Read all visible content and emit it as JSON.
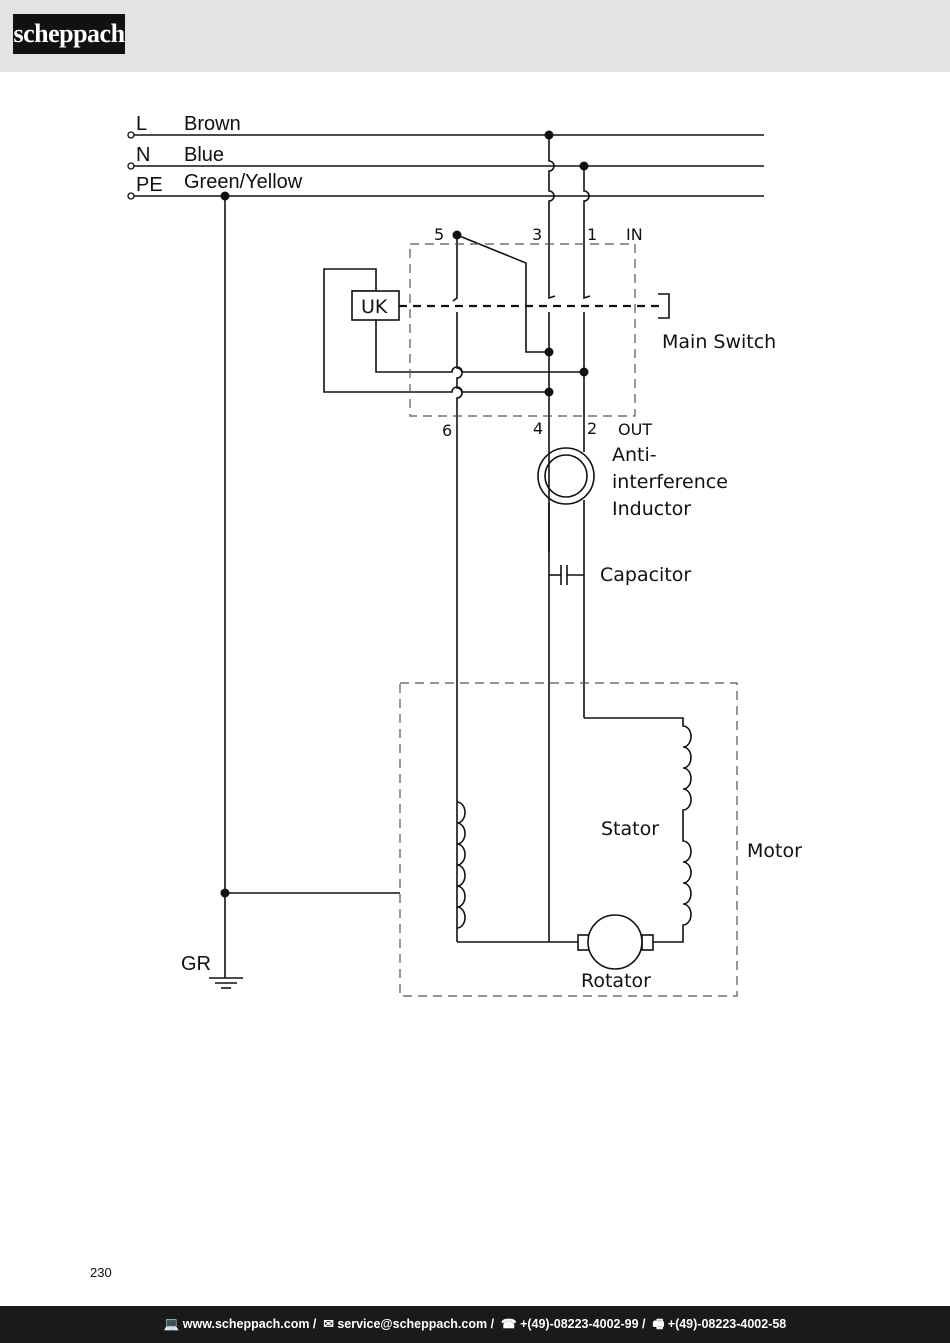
{
  "header": {
    "logo_text": "scheppach"
  },
  "lines": [
    {
      "code": "L",
      "color": "Brown"
    },
    {
      "code": "N",
      "color": "Blue"
    },
    {
      "code": "PE",
      "color": "Green/Yellow"
    }
  ],
  "switch": {
    "terminals": [
      "5",
      "3",
      "1",
      "6",
      "4",
      "2"
    ],
    "in_label": "IN",
    "out_label": "OUT",
    "uk_label": "UK",
    "name": "Main Switch"
  },
  "inductor": {
    "line1": "Anti-",
    "line2": "interference",
    "line3": "Inductor"
  },
  "capacitor": {
    "label": "Capacitor"
  },
  "motor": {
    "label": "Motor",
    "stator": "Stator",
    "rotator": "Rotator"
  },
  "ground": {
    "label": "GR"
  },
  "page_number": "230",
  "footer": {
    "web_icon": "💻",
    "website": "www.scheppach.com",
    "mail_icon": "✉",
    "email": "service@scheppach.com",
    "phone_icon": "☎",
    "phone": "+(49)-08223-4002-99",
    "fax_icon": "🖷",
    "fax": "+(49)-08223-4002-58",
    "separator": " / "
  }
}
